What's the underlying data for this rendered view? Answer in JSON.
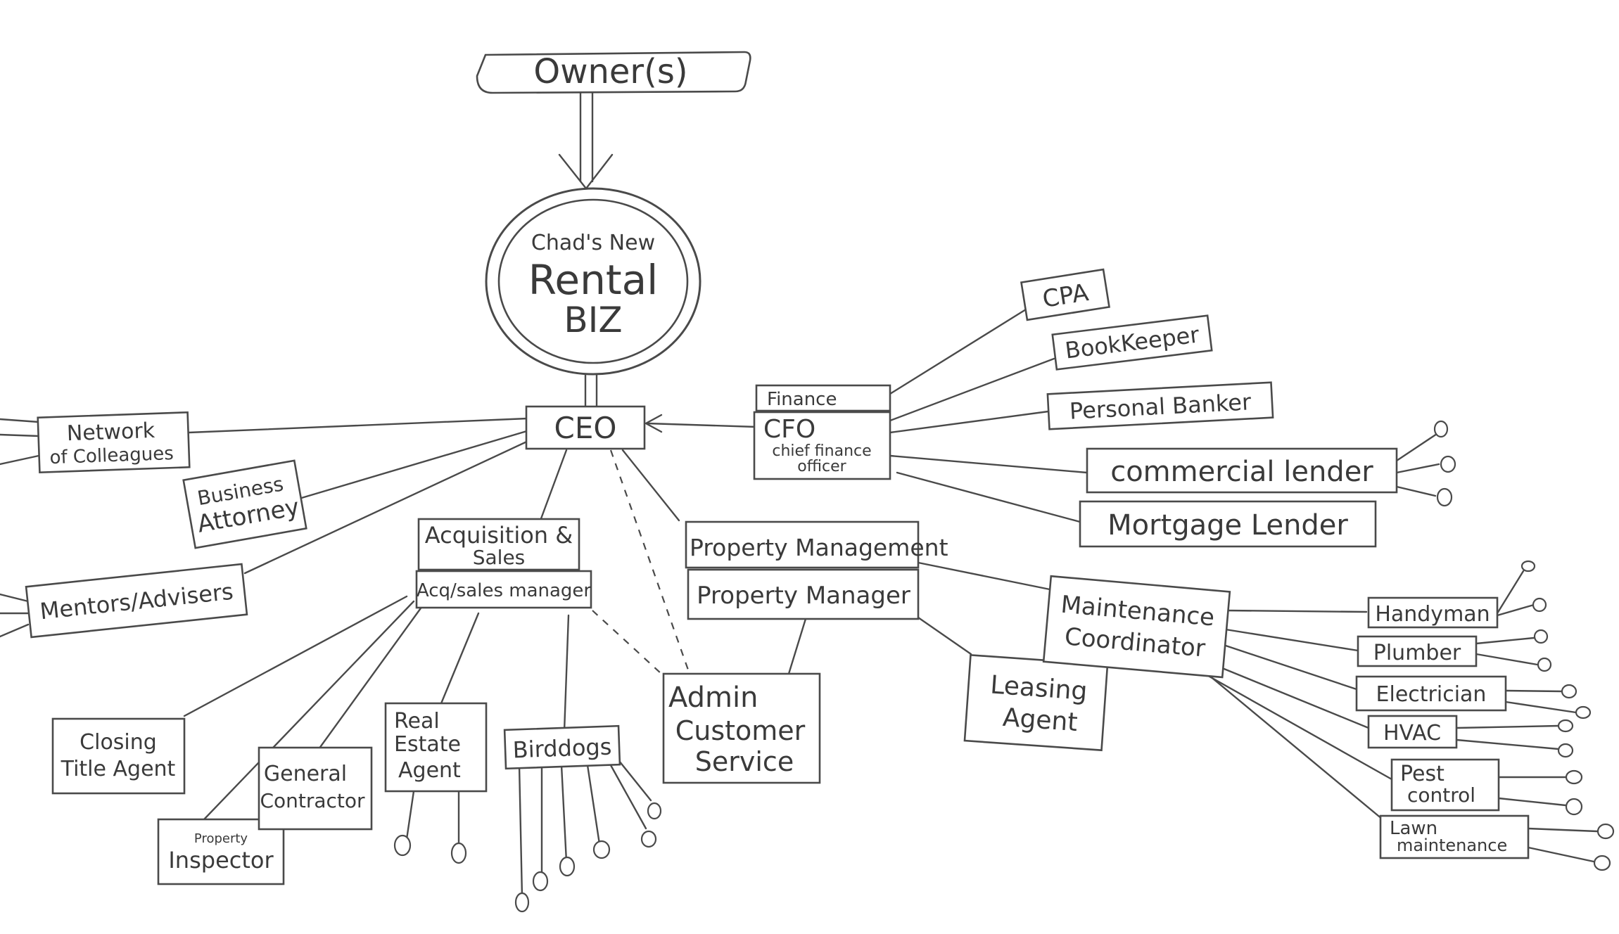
{
  "owner": "Owner(s)",
  "business": {
    "line1": "Chad's New",
    "line2": "Rental",
    "line3": "BIZ"
  },
  "ceo": "CEO",
  "finance": {
    "dept": "Finance",
    "title": "CFO",
    "sub1": "chief finance",
    "sub2": "officer"
  },
  "finance_team": {
    "cpa": "CPA",
    "bookkeeper": "BookKeeper",
    "banker": "Personal Banker",
    "commercial": "commercial lender",
    "mortgage": "Mortgage Lender"
  },
  "network": {
    "line1": "Network",
    "line2": "of Colleagues"
  },
  "attorney": {
    "line1": "Business",
    "line2": "Attorney"
  },
  "mentors": "Mentors/Advisers",
  "acquisition": {
    "line1": "Acquisition &",
    "line2": "Sales",
    "manager": "Acq/sales manager"
  },
  "acq_team": {
    "closing": {
      "line1": "Closing",
      "line2": "Title Agent"
    },
    "inspector": {
      "line1": "Property",
      "line2": "Inspector"
    },
    "contractor": {
      "line1": "General",
      "line2": "Contractor"
    },
    "realestate": {
      "line1": "Real",
      "line2": "Estate",
      "line3": "Agent"
    },
    "birddogs": "Birddogs"
  },
  "admin": {
    "line1": "Admin",
    "line2": "Customer",
    "line3": "Service"
  },
  "property": {
    "dept": "Property Management",
    "manager": "Property Manager"
  },
  "leasing": {
    "line1": "Leasing",
    "line2": "Agent"
  },
  "maintenance": {
    "line1": "Maintenance",
    "line2": "Coordinator"
  },
  "trades": {
    "handyman": "Handyman",
    "plumber": "Plumber",
    "electrician": "Electrician",
    "hvac": "HVAC",
    "pest": {
      "line1": "Pest",
      "line2": "control"
    },
    "lawn": {
      "line1": "Lawn",
      "line2": "maintenance"
    }
  }
}
